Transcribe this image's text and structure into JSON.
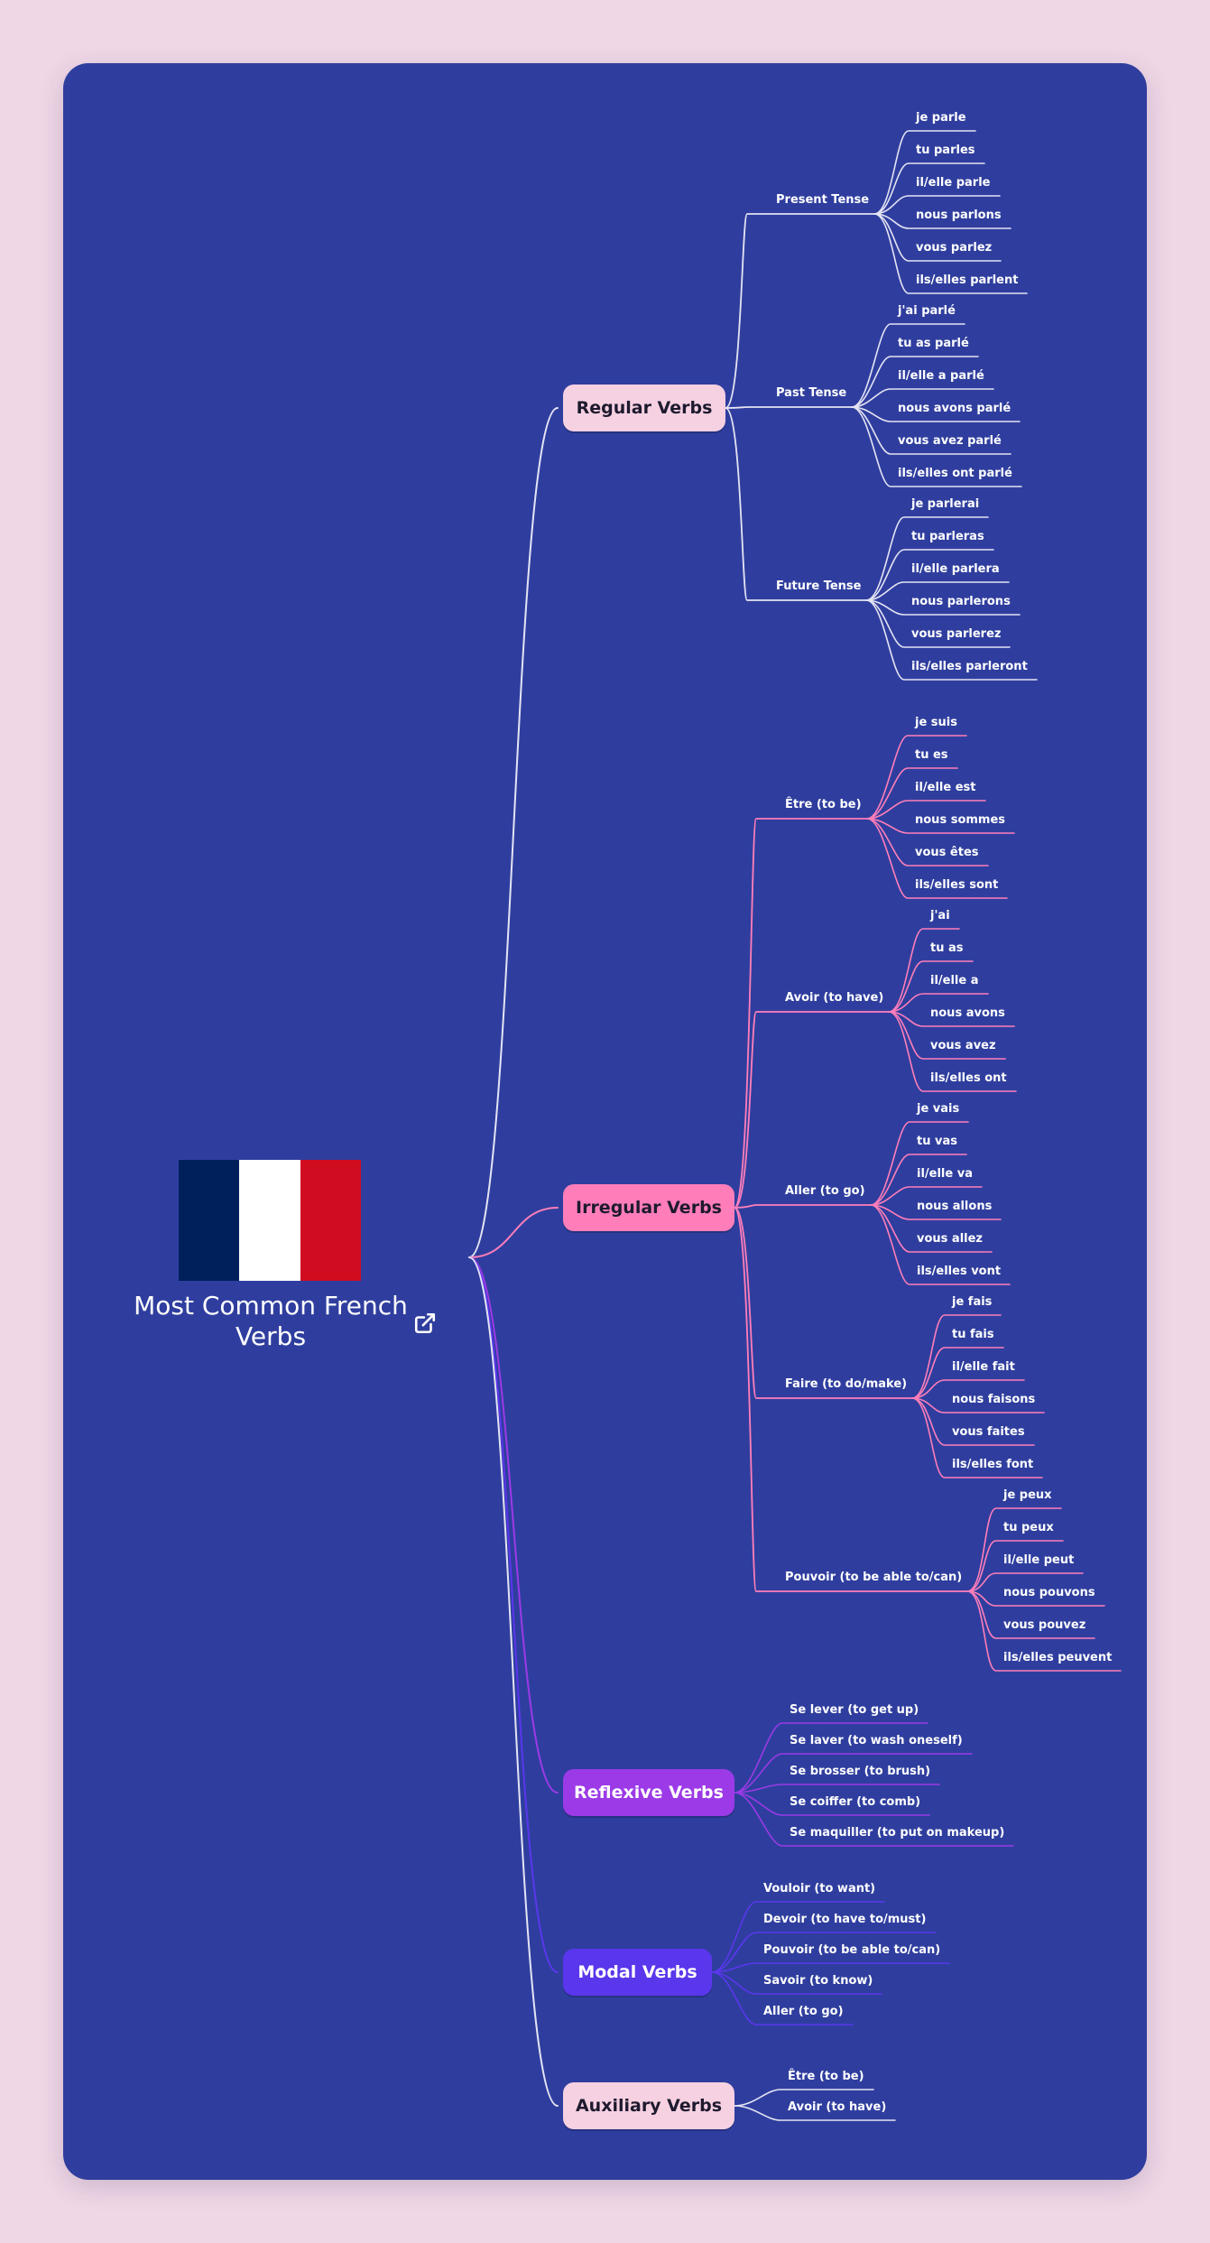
{
  "root": {
    "title": "Most Common French Verbs",
    "flag_colors": [
      "#00205b",
      "#ffffff",
      "#d00c21"
    ],
    "icon": "external-link-icon"
  },
  "branches": [
    {
      "label": "Regular Verbs",
      "bg": "#f6d1e2",
      "text": "#1e1a2e",
      "line": "#e4e4f4",
      "children": [
        {
          "label": "Present Tense",
          "leaves": [
            "je parle",
            "tu parles",
            "il/elle parle",
            "nous parlons",
            "vous parlez",
            "ils/elles parlent"
          ]
        },
        {
          "label": "Past Tense",
          "leaves": [
            "j'ai parlé",
            "tu as parlé",
            "il/elle a parlé",
            "nous avons parlé",
            "vous avez parlé",
            "ils/elles ont parlé"
          ]
        },
        {
          "label": "Future Tense",
          "leaves": [
            "je parlerai",
            "tu parleras",
            "il/elle parlera",
            "nous parlerons",
            "vous parlerez",
            "ils/elles parleront"
          ]
        }
      ]
    },
    {
      "label": "Irregular Verbs",
      "bg": "#ff7eba",
      "text": "#1e1a2e",
      "line": "#ff7eba",
      "children": [
        {
          "label": "Être (to be)",
          "leaves": [
            "je suis",
            "tu es",
            "il/elle est",
            "nous sommes",
            "vous êtes",
            "ils/elles sont"
          ]
        },
        {
          "label": "Avoir (to have)",
          "leaves": [
            "j'ai",
            "tu as",
            "il/elle a",
            "nous avons",
            "vous avez",
            "ils/elles ont"
          ]
        },
        {
          "label": "Aller (to go)",
          "leaves": [
            "je vais",
            "tu vas",
            "il/elle va",
            "nous allons",
            "vous allez",
            "ils/elles vont"
          ]
        },
        {
          "label": "Faire (to do/make)",
          "leaves": [
            "je fais",
            "tu fais",
            "il/elle fait",
            "nous faisons",
            "vous faites",
            "ils/elles font"
          ]
        },
        {
          "label": "Pouvoir (to be able to/can)",
          "leaves": [
            "je peux",
            "tu peux",
            "il/elle peut",
            "nous pouvons",
            "vous pouvez",
            "ils/elles peuvent"
          ]
        }
      ]
    },
    {
      "label": "Reflexive Verbs",
      "bg": "#9b3ae6",
      "text": "#ffffff",
      "line": "#9b3ae6",
      "leaves": [
        "Se lever (to get up)",
        "Se laver (to wash oneself)",
        "Se brosser (to brush)",
        "Se coiffer (to comb)",
        "Se maquiller (to put on makeup)"
      ]
    },
    {
      "label": "Modal Verbs",
      "bg": "#5a36ec",
      "text": "#ffffff",
      "line": "#5a36ec",
      "leaves": [
        "Vouloir (to want)",
        "Devoir (to have to/must)",
        "Pouvoir (to be able to/can)",
        "Savoir (to know)",
        "Aller (to go)"
      ]
    },
    {
      "label": "Auxiliary Verbs",
      "bg": "#f6d1e2",
      "text": "#1e1a2e",
      "line": "#e4e4f4",
      "leaves": [
        "Être (to be)",
        "Avoir (to have)"
      ]
    }
  ]
}
